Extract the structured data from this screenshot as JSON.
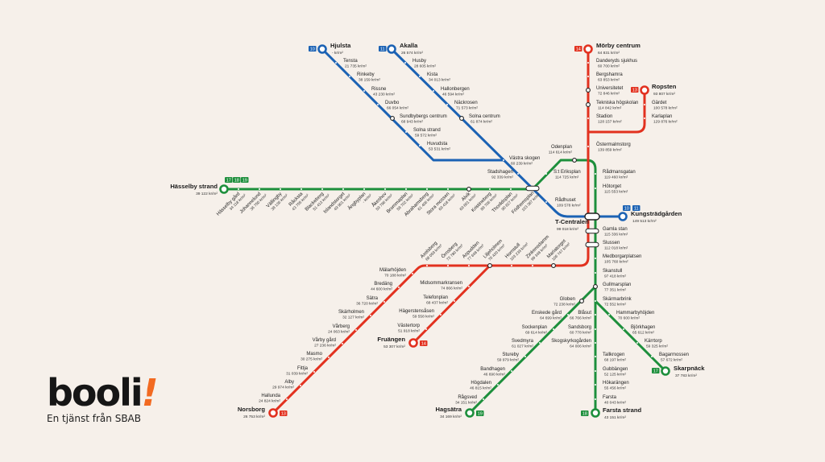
{
  "colors": {
    "green": "#1d8f3c",
    "blue": "#1b62b4",
    "red": "#e2311f",
    "background": "#f6f0ea",
    "logo_accent": "#f26a21"
  },
  "logo": {
    "word": "booli",
    "accent": "!",
    "tagline": "En tjänst från SBAB"
  },
  "badges": [
    {
      "label": "10",
      "color": "blue"
    },
    {
      "label": "11",
      "color": "blue"
    },
    {
      "label": "14",
      "color": "red"
    },
    {
      "label": "13",
      "color": "red"
    },
    {
      "label": "17",
      "color": "green"
    },
    {
      "label": "18",
      "color": "green"
    },
    {
      "label": "19",
      "color": "green"
    },
    {
      "label": "10",
      "color": "blue"
    },
    {
      "label": "11",
      "color": "blue"
    },
    {
      "label": "13",
      "color": "red"
    },
    {
      "label": "14",
      "color": "red"
    },
    {
      "label": "19",
      "color": "green"
    },
    {
      "label": "18",
      "color": "green"
    },
    {
      "label": "17",
      "color": "green"
    }
  ],
  "stations": [
    {
      "name": "Hässelby strand",
      "price": "39 122 kr/m²"
    },
    {
      "name": "Hässelby gård",
      "price": "34 118 kr/m²"
    },
    {
      "name": "Johannelund",
      "price": "36 750 kr/m²"
    },
    {
      "name": "Vällingby",
      "price": "38 136 kr/m²"
    },
    {
      "name": "Råcksta",
      "price": "43 755 kr/m²"
    },
    {
      "name": "Blackeberg",
      "price": "51 413 kr/m²"
    },
    {
      "name": "Islandstorget",
      "price": "49 901 kr/m²"
    },
    {
      "name": "Ängbyplan",
      "price": "- kr/m²"
    },
    {
      "name": "Åkeshov",
      "price": "59 796 kr/m²"
    },
    {
      "name": "Brommaplan",
      "price": "58 702 kr/m²"
    },
    {
      "name": "Abrahamsberg",
      "price": "61 406 kr/m²"
    },
    {
      "name": "Stora mossen",
      "price": "69 418 kr/m²"
    },
    {
      "name": "Alvik",
      "price": "69 661 kr/m²"
    },
    {
      "name": "Kristineberg",
      "price": "89 706 kr/m²"
    },
    {
      "name": "Thorildsplan",
      "price": "90 827 kr/m²"
    },
    {
      "name": "Fridhemsplan",
      "price": "103 387 kr/m²"
    },
    {
      "name": "S:t Eriksplan",
      "price": "114 725 kr/m²"
    },
    {
      "name": "Odenplan",
      "price": "114 614 kr/m²"
    },
    {
      "name": "Rådmansgatan",
      "price": "119 460 kr/m²"
    },
    {
      "name": "Hötorget",
      "price": "115 553 kr/m²"
    },
    {
      "name": "T-Centralen",
      "price": "99 018 kr/m²"
    },
    {
      "name": "Gamla stan",
      "price": "115 336 kr/m²"
    },
    {
      "name": "Slussen",
      "price": "112 018 kr/m²"
    },
    {
      "name": "Medborgarplatsen",
      "price": "105 760 kr/m²"
    },
    {
      "name": "Skanstull",
      "price": "97 418 kr/m²"
    },
    {
      "name": "Gullmarsplan",
      "price": "77 351 kr/m²"
    },
    {
      "name": "Skärmarbrink",
      "price": "72 552 kr/m²"
    },
    {
      "name": "Blåsut",
      "price": "66 766 kr/m²"
    },
    {
      "name": "Sandsborg",
      "price": "60 778 kr/m²"
    },
    {
      "name": "Skogskyrkogården",
      "price": "64 006 kr/m²"
    },
    {
      "name": "Tallkrogen",
      "price": "68 197 kr/m²"
    },
    {
      "name": "Gubbängen",
      "price": "52 125 kr/m²"
    },
    {
      "name": "Hökarängen",
      "price": "55 456 kr/m²"
    },
    {
      "name": "Farsta",
      "price": "40 043 kr/m²"
    },
    {
      "name": "Farsta strand",
      "price": "43 151 kr/m²"
    },
    {
      "name": "Hammarbyhöjden",
      "price": "70 600 kr/m²"
    },
    {
      "name": "Björkhagen",
      "price": "65 612 kr/m²"
    },
    {
      "name": "Kärrtorp",
      "price": "59 325 kr/m²"
    },
    {
      "name": "Bagarmossen",
      "price": "57 672 kr/m²"
    },
    {
      "name": "Skarpnäck",
      "price": "37 783 kr/m²"
    },
    {
      "name": "Globen",
      "price": "72 238 kr/m²"
    },
    {
      "name": "Enskede gård",
      "price": "64 699 kr/m²"
    },
    {
      "name": "Sockenplan",
      "price": "69 614 kr/m²"
    },
    {
      "name": "Svedmyra",
      "price": "61 027 kr/m²"
    },
    {
      "name": "Stureby",
      "price": "59 979 kr/m²"
    },
    {
      "name": "Bandhagen",
      "price": "46 690 kr/m²"
    },
    {
      "name": "Högdalen",
      "price": "46 815 kr/m²"
    },
    {
      "name": "Rågsved",
      "price": "34 151 kr/m²"
    },
    {
      "name": "Hagsätra",
      "price": "34 169 kr/m²"
    },
    {
      "name": "Hjulsta",
      "price": "- kr/m²"
    },
    {
      "name": "Tensta",
      "price": "21 735 kr/m²"
    },
    {
      "name": "Rinkeby",
      "price": "38 159 kr/m²"
    },
    {
      "name": "Rissne",
      "price": "43 230 kr/m²"
    },
    {
      "name": "Duvbo",
      "price": "66 054 kr/m²"
    },
    {
      "name": "Sundbybergs centrum",
      "price": "68 943 kr/m²"
    },
    {
      "name": "Solna strand",
      "price": "59 572 kr/m²"
    },
    {
      "name": "Huvudsta",
      "price": "53 531 kr/m²"
    },
    {
      "name": "Akalla",
      "price": "26 574 kr/m²"
    },
    {
      "name": "Husby",
      "price": "28 605 kr/m²"
    },
    {
      "name": "Kista",
      "price": "34 013 kr/m²"
    },
    {
      "name": "Hallonbergen",
      "price": "46 594 kr/m²"
    },
    {
      "name": "Näckrosen",
      "price": "71 573 kr/m²"
    },
    {
      "name": "Solna centrum",
      "price": "61 874 kr/m²"
    },
    {
      "name": "Västra skogen",
      "price": "60 239 kr/m²"
    },
    {
      "name": "Stadshagen",
      "price": "92 339 kr/m²"
    },
    {
      "name": "Rådhuset",
      "price": "109 578 kr/m²"
    },
    {
      "name": "Kungsträdgården",
      "price": "149 513 kr/m²"
    },
    {
      "name": "Mörby centrum",
      "price": "64 831 kr/m²"
    },
    {
      "name": "Danderyds sjukhus",
      "price": "60 700 kr/m²"
    },
    {
      "name": "Bergshamra",
      "price": "63 853 kr/m²"
    },
    {
      "name": "Universitetet",
      "price": "72 846 kr/m²"
    },
    {
      "name": "Tekniska högskolan",
      "price": "114 842 kr/m²"
    },
    {
      "name": "Stadion",
      "price": "128 157 kr/m²"
    },
    {
      "name": "Östermalmstorg",
      "price": "139 859 kr/m²"
    },
    {
      "name": "Ropsten",
      "price": "93 807 kr/m²"
    },
    {
      "name": "Gärdet",
      "price": "100 578 kr/m²"
    },
    {
      "name": "Karlaplan",
      "price": "129 876 kr/m²"
    },
    {
      "name": "Mariatorget",
      "price": "106 747 kr/m²"
    },
    {
      "name": "Zinkensdamm",
      "price": "99 348 kr/m²"
    },
    {
      "name": "Hornstull",
      "price": "103 239 kr/m²"
    },
    {
      "name": "Liljeholmen",
      "price": "76 420 kr/m²"
    },
    {
      "name": "Aspudden",
      "price": "77 648 kr/m²"
    },
    {
      "name": "Örnsberg",
      "price": "73 780 kr/m²"
    },
    {
      "name": "Axelsberg",
      "price": "68 059 kr/m²"
    },
    {
      "name": "Mälarhöjden",
      "price": "70 188 kr/m²"
    },
    {
      "name": "Bredäng",
      "price": "44 600 kr/m²"
    },
    {
      "name": "Sätra",
      "price": "36 720 kr/m²"
    },
    {
      "name": "Skärholmen",
      "price": "32 127 kr/m²"
    },
    {
      "name": "Vårberg",
      "price": "24 063 kr/m²"
    },
    {
      "name": "Vårby gård",
      "price": "27 236 kr/m²"
    },
    {
      "name": "Masmo",
      "price": "30 275 kr/m²"
    },
    {
      "name": "Fittja",
      "price": "31 039 kr/m²"
    },
    {
      "name": "Alby",
      "price": "29 974 kr/m²"
    },
    {
      "name": "Hallunda",
      "price": "24 824 kr/m²"
    },
    {
      "name": "Norsborg",
      "price": "26 753 kr/m²"
    },
    {
      "name": "Midsommarkransen",
      "price": "74 866 kr/m²"
    },
    {
      "name": "Telefonplan",
      "price": "68 437 kr/m²"
    },
    {
      "name": "Hägerstensåsen",
      "price": "59 558 kr/m²"
    },
    {
      "name": "Västertorp",
      "price": "51 918 kr/m²"
    },
    {
      "name": "Fruängen",
      "price": "53 307 kr/m²"
    }
  ]
}
